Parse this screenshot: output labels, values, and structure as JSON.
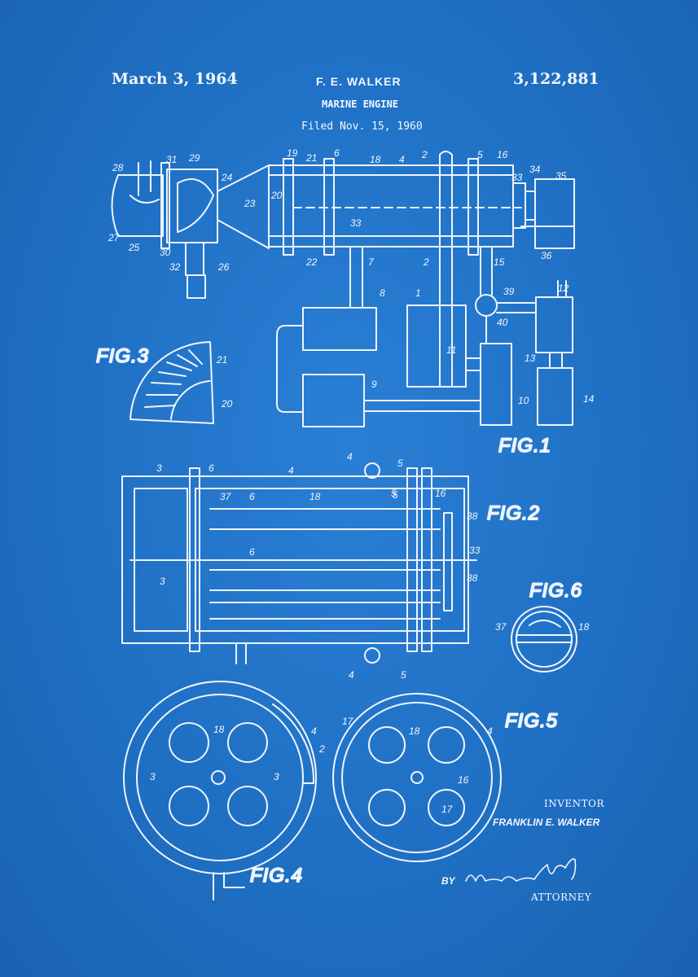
{
  "header": {
    "date": "March 3, 1964",
    "inventor": "F. E. WALKER",
    "patent_number": "3,122,881",
    "title": "MARINE ENGINE",
    "filed": "Filed Nov. 15, 1960"
  },
  "figures": {
    "fig1": "FIG.1",
    "fig2": "FIG.2",
    "fig3": "FIG.3",
    "fig4": "FIG.4",
    "fig5": "FIG.5",
    "fig6": "FIG.6"
  },
  "fig1_labels": [
    "28",
    "31",
    "29",
    "24",
    "27",
    "25",
    "30",
    "32",
    "26",
    "23",
    "19",
    "21",
    "6",
    "18",
    "4",
    "2",
    "5",
    "16",
    "33",
    "34",
    "35",
    "20",
    "33",
    "36",
    "22",
    "7",
    "2",
    "15",
    "8",
    "1",
    "39",
    "12",
    "40",
    "11",
    "13",
    "9",
    "10",
    "14"
  ],
  "fig2_labels": [
    "3",
    "6",
    "4",
    "4",
    "5",
    "5",
    "16",
    "37",
    "6",
    "18",
    "5",
    "38",
    "6",
    "33",
    "3",
    "38",
    "4",
    "5"
  ],
  "fig3_labels": [
    "21",
    "20"
  ],
  "fig4_labels": [
    "18",
    "4",
    "2",
    "3",
    "3"
  ],
  "fig5_labels": [
    "17",
    "18",
    "4",
    "16",
    "17"
  ],
  "fig6_labels": [
    "37",
    "18"
  ],
  "inventor_block": {
    "label": "INVENTOR",
    "name": "FRANKLIN E. WALKER",
    "by": "BY",
    "attorney": "ATTORNEY"
  },
  "colors": {
    "background": "#1f70c4",
    "line": "#eef4ff"
  }
}
